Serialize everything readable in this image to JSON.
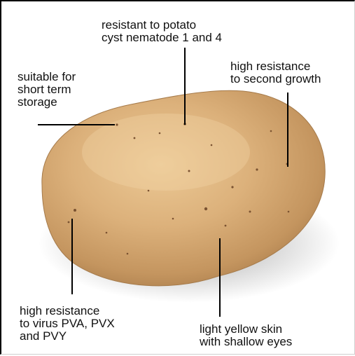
{
  "callouts": [
    {
      "id": "nematode",
      "lines": [
        "resistant to potato",
        "cyst nematode 1 and 4"
      ]
    },
    {
      "id": "second-growth",
      "lines": [
        "high resistance",
        "to second growth"
      ]
    },
    {
      "id": "storage",
      "lines": [
        "suitable for",
        "short term",
        "storage"
      ]
    },
    {
      "id": "virus",
      "lines": [
        "high resistance",
        "to virus PVA, PVX",
        "and PVY"
      ]
    },
    {
      "id": "skin",
      "lines": [
        "light yellow skin",
        "with shallow eyes"
      ]
    }
  ],
  "colors": {
    "skin_light": "#e2bb86",
    "skin_mid": "#c99a63",
    "skin_dark": "#9e7444",
    "leader_line": "#000000",
    "text": "#111111"
  }
}
